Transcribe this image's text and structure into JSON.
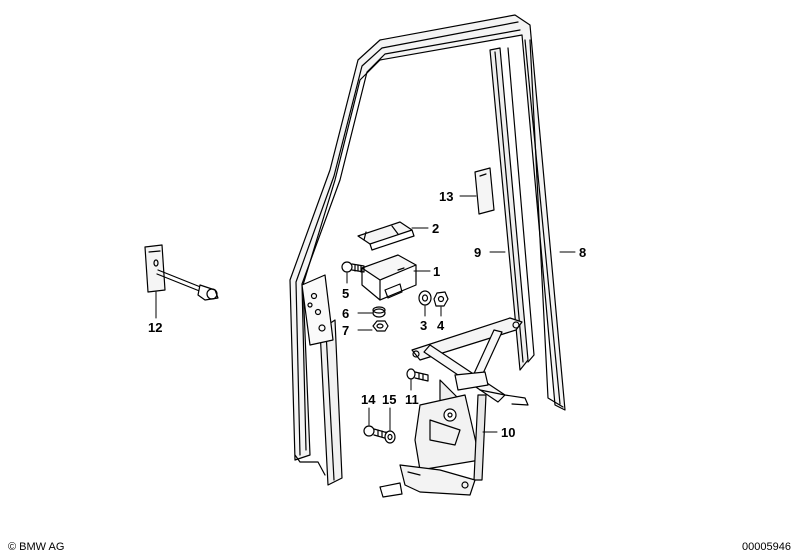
{
  "diagram": {
    "callouts": {
      "p1": "1",
      "p2": "2",
      "p3": "3",
      "p4": "4",
      "p5": "5",
      "p6": "6",
      "p7": "7",
      "p8": "8",
      "p9": "9",
      "p10": "10",
      "p11": "11",
      "p12": "12",
      "p13": "13",
      "p14": "14",
      "p15": "15"
    }
  },
  "footer": {
    "copyright": "© BMW AG",
    "image_number": "00005946"
  }
}
